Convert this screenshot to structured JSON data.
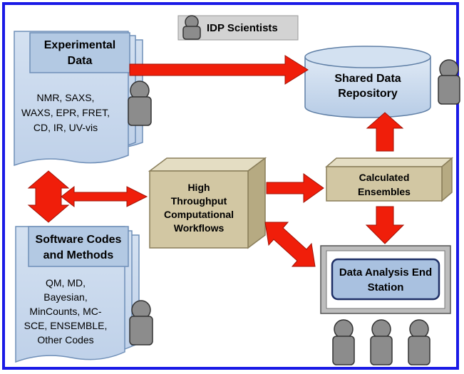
{
  "legend": {
    "label": "IDP Scientists"
  },
  "experimental": {
    "title": [
      "Experimental",
      "Data"
    ],
    "lines": [
      "NMR, SAXS,",
      "WAXS, EPR, FRET,",
      "CD, IR, UV-vis"
    ]
  },
  "software": {
    "title": [
      "Software Codes",
      "and Methods"
    ],
    "lines": [
      "QM, MD,",
      "Bayesian,",
      "MinCounts, MC-",
      "SCE, ENSEMBLE,",
      "Other Codes"
    ]
  },
  "workflows": {
    "lines": [
      "High",
      "Throughput",
      "Computational",
      "Workflows"
    ]
  },
  "repository": {
    "lines": [
      "Shared Data",
      "Repository"
    ]
  },
  "ensembles": {
    "lines": [
      "Calculated",
      "Ensembles"
    ]
  },
  "station": {
    "lines": [
      "Data Analysis End",
      "Station"
    ]
  },
  "colors": {
    "frame": "#1a1ae6",
    "arrow": "#f01e0a",
    "doc_fill": "#c8d8ec",
    "doc_header": "#b3c9e3",
    "cube_front": "#d2c7a3",
    "person": "#8c8c8c",
    "legend_box": "#d3d3d3"
  },
  "icons": [
    "person-icon",
    "cube-icon",
    "database-cylinder-icon",
    "document-stack-icon",
    "monitor-icon"
  ]
}
